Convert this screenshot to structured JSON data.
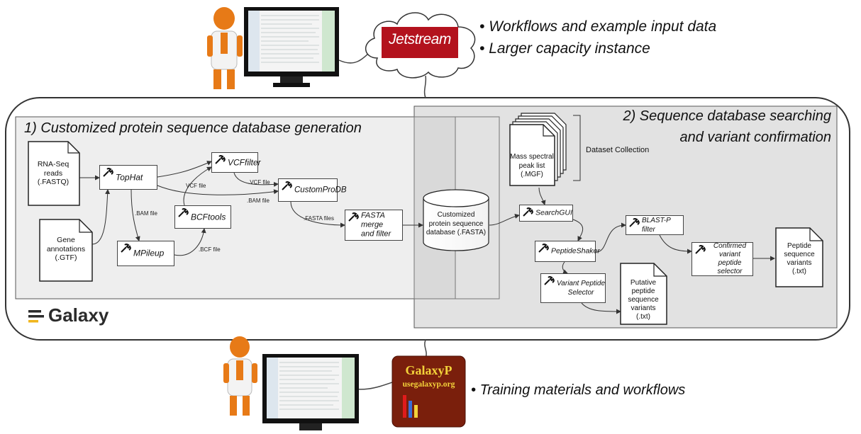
{
  "top": {
    "cloud_brand": "Jetstream",
    "bullets": [
      "Workflows and example input data",
      "Larger capacity instance"
    ]
  },
  "bottom": {
    "galaxyp_title": "GalaxyP",
    "galaxyp_url": "usegalaxyp.org",
    "bullets": [
      "Training materials and workflows"
    ]
  },
  "galaxy_logo": "Galaxy",
  "section1": {
    "title": "1) Customized protein sequence database generation"
  },
  "section2": {
    "title_line1": "2) Sequence database searching",
    "title_line2": "and variant confirmation"
  },
  "inputs": {
    "rnaseq": [
      "RNA-Seq",
      "reads",
      "(.FASTQ)"
    ],
    "gene": [
      "Gene",
      "annotations",
      "(.GTF)"
    ],
    "mgf": [
      "Mass spectral",
      "peak list",
      "(.MGF)"
    ],
    "putative": [
      "Putative",
      "peptide",
      "sequence",
      "variants",
      "(.txt)"
    ],
    "peptide_out": [
      "Peptide",
      "sequence",
      "variants",
      "(.txt)"
    ]
  },
  "dataset_collection": "Dataset Collection",
  "database": [
    "Customized",
    "protein sequence",
    "database (.FASTA)"
  ],
  "tools": {
    "tophat": "TopHat",
    "vcffilter": "VCFfilter",
    "customprodb": "CustomProDB",
    "bcftools": "BCFtools",
    "mpileup": "MPileup",
    "fasta_merge": [
      "FASTA merge",
      "and filter"
    ],
    "searchgui": "SearchGUI",
    "peptideshaker": "PeptideShaker",
    "variant_selector": [
      "Variant Peptide",
      "Selector"
    ],
    "blastp": "BLAST-P filter",
    "confirmed": [
      "Confirmed",
      "variant peptide",
      "selector"
    ]
  },
  "edges": {
    "vcf1": "VCF file",
    "vcf2": ".VCF file",
    "bam1": ".BAM file",
    "bam2": ".BAM file",
    "bcf": ".BCF file",
    "fasta": ".FASTA files"
  },
  "colors": {
    "panel_bg": "#eeeeee",
    "panel2_bg": "#e2e2e2",
    "jetstream_red": "#b3121d",
    "galaxyp_brown": "#7a1f0c",
    "galaxyp_text": "#f3d23a",
    "figure_orange": "#e77a17"
  }
}
